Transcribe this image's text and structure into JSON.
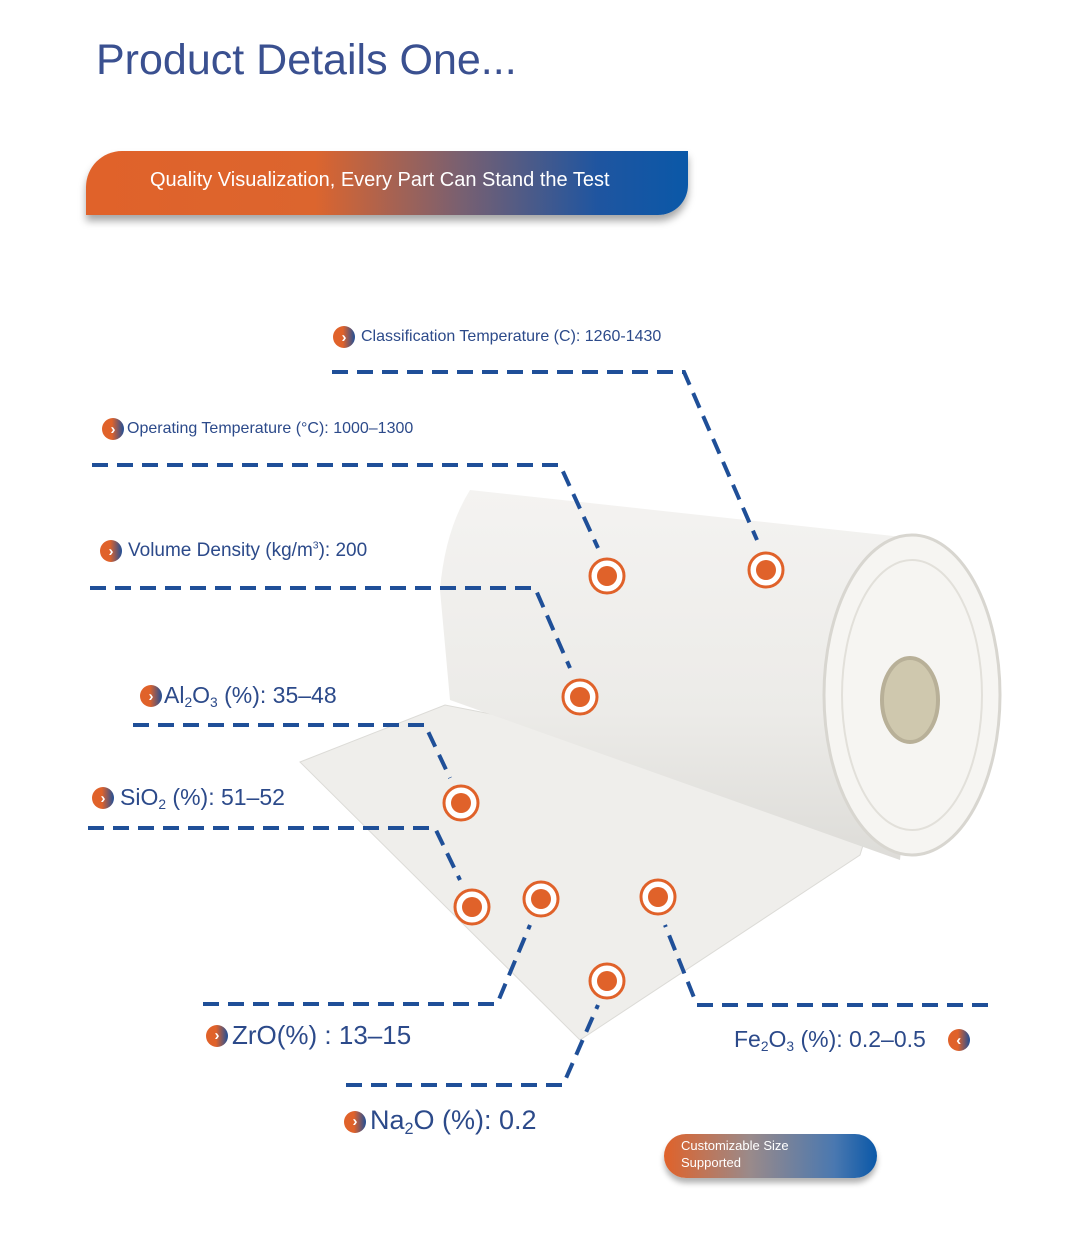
{
  "title": "Product Details One...",
  "banner": "Quality Visualization, Every Part Can Stand the Test",
  "specs": {
    "classification": {
      "text": "Classification Temperature (C): 1260-1430"
    },
    "operating": {
      "text": "Operating Temperature (°C): 1000–1300"
    },
    "density": {
      "a": "Volume Density (kg/m",
      "sup": "3",
      "b": "): 200"
    },
    "al2o3": {
      "a": "Al",
      "s1": "2",
      "b": "O",
      "s2": "3",
      "c": " (%): 35–48"
    },
    "sio2": {
      "a": "SiO",
      "s1": "2",
      "c": " (%): 51–52"
    },
    "zro": {
      "text": "ZrO(%) : 13–15"
    },
    "na2o": {
      "a": "Na",
      "s1": "2",
      "c": "O (%): 0.2"
    },
    "fe2o3": {
      "a": "Fe",
      "s1": "2",
      "b": "O",
      "s2": "3",
      "c": " (%): 0.2–0.5"
    }
  },
  "badge": {
    "line1": "Customizable Size",
    "line2": "Supported"
  },
  "colors": {
    "orange": "#e0622a",
    "blue": "#1f55a0",
    "text": "#2c4a8a"
  }
}
